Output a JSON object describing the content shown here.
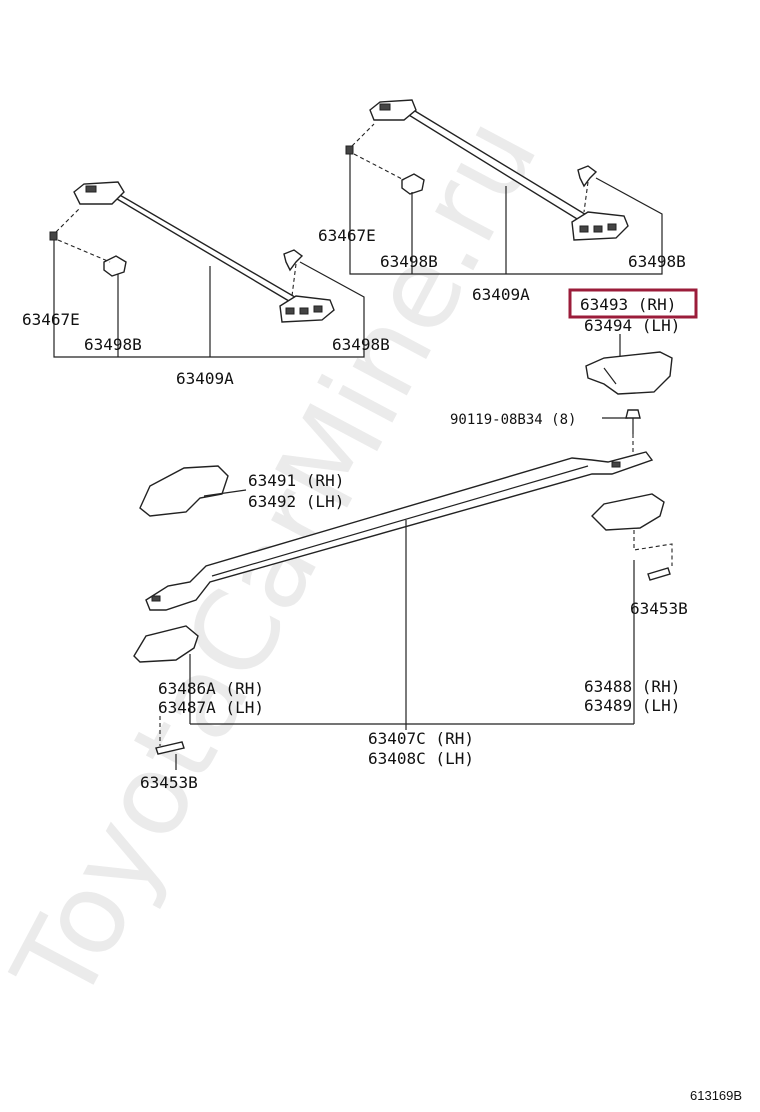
{
  "watermark": "ToyotaCarMine.ru",
  "figure_code": "613169B",
  "highlight_color": "#9b1c3a",
  "labels": {
    "crossbar_left": {
      "bracket_screw": "63467E",
      "knob_left": "63498B",
      "knob_right": "63498B",
      "bar": "63409A"
    },
    "crossbar_right": {
      "bracket_screw": "63467E",
      "knob_left": "63498B",
      "knob_right": "63498B",
      "bar": "63409A"
    },
    "end_cover_rear": {
      "rh": "63493 (RH)",
      "lh": "63494 (LH)"
    },
    "bolt": "90119-08B34 (8)",
    "end_cover_front": {
      "rh": "63491 (RH)",
      "lh": "63492 (LH)"
    },
    "leg_rear": {
      "rh": "63488 (RH)",
      "lh": "63489 (LH)"
    },
    "leg_front": {
      "rh": "63486A (RH)",
      "lh": "63487A (LH)"
    },
    "clip_rear": "63453B",
    "clip_front": "63453B",
    "rail": {
      "rh": "63407C (RH)",
      "lh": "63408C (LH)"
    }
  }
}
